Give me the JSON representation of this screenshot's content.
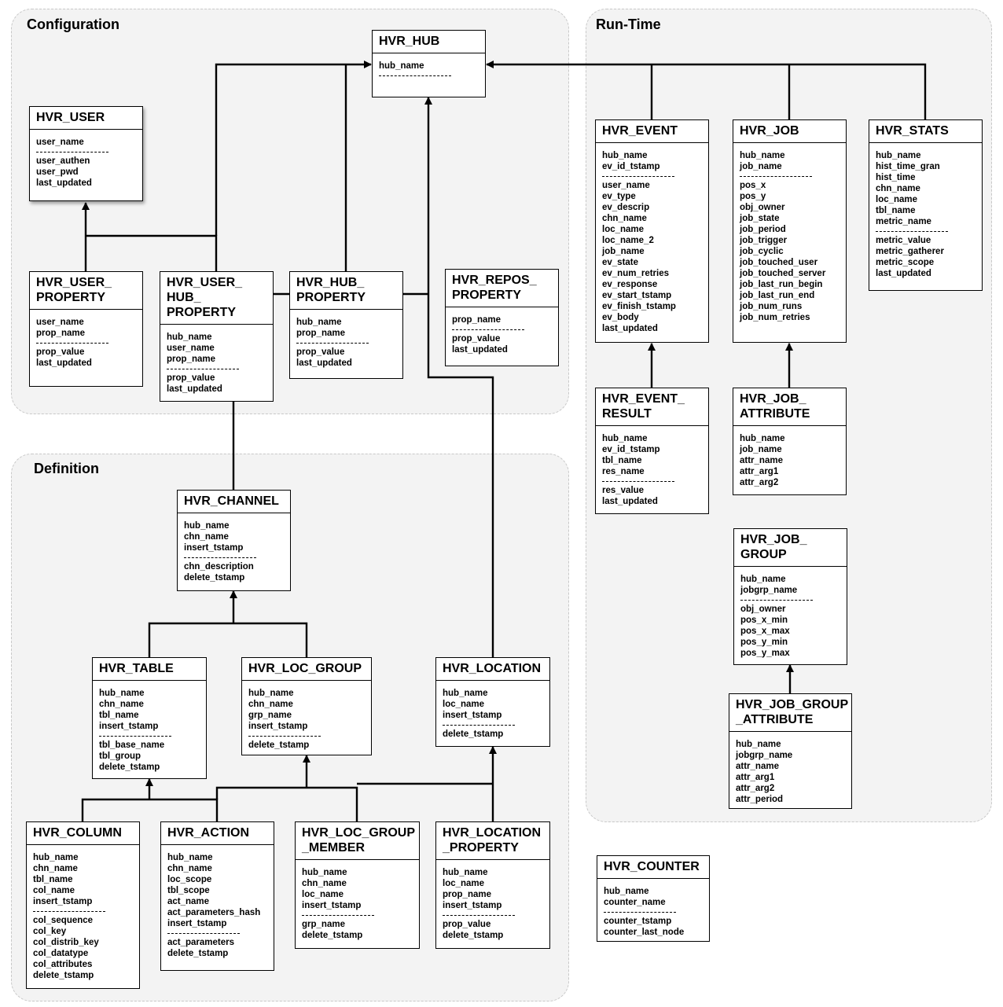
{
  "regions": {
    "configuration": {
      "title": "Configuration"
    },
    "runtime": {
      "title": "Run-Time"
    },
    "definition": {
      "title": "Definition"
    }
  },
  "entities": {
    "hub": {
      "name": "HVR_HUB",
      "keys": [
        "hub_name"
      ],
      "fields": []
    },
    "user": {
      "name": "HVR_USER",
      "keys": [
        "user_name"
      ],
      "fields": [
        "user_authen",
        "user_pwd",
        "last_updated"
      ]
    },
    "user_property": {
      "name": "HVR_USER_\nPROPERTY",
      "keys": [
        "user_name",
        "prop_name"
      ],
      "fields": [
        "prop_value",
        "last_updated"
      ]
    },
    "user_hub_property": {
      "name": "HVR_USER_\nHUB_\nPROPERTY",
      "keys": [
        "hub_name",
        "user_name",
        "prop_name"
      ],
      "fields": [
        "prop_value",
        "last_updated"
      ]
    },
    "hub_property": {
      "name": "HVR_HUB_\nPROPERTY",
      "keys": [
        "hub_name",
        "prop_name"
      ],
      "fields": [
        "prop_value",
        "last_updated"
      ]
    },
    "repos_property": {
      "name": "HVR_REPOS_\nPROPERTY",
      "keys": [
        "prop_name"
      ],
      "fields": [
        "prop_value",
        "last_updated"
      ]
    },
    "event": {
      "name": "HVR_EVENT",
      "keys": [
        "hub_name",
        "ev_id_tstamp"
      ],
      "fields": [
        "user_name",
        "ev_type",
        "ev_descrip",
        "chn_name",
        "loc_name",
        "loc_name_2",
        "job_name",
        "ev_state",
        "ev_num_retries",
        "ev_response",
        "ev_start_tstamp",
        "ev_finish_tstamp",
        "ev_body",
        "last_updated"
      ]
    },
    "job": {
      "name": "HVR_JOB",
      "keys": [
        "hub_name",
        "job_name"
      ],
      "fields": [
        "pos_x",
        "pos_y",
        "obj_owner",
        "job_state",
        "job_period",
        "job_trigger",
        "job_cyclic",
        "job_touched_user",
        "job_touched_server",
        "job_last_run_begin",
        "job_last_run_end",
        "job_num_runs",
        "job_num_retries"
      ]
    },
    "stats": {
      "name": "HVR_STATS",
      "keys": [
        "hub_name",
        "hist_time_gran",
        "hist_time",
        "chn_name",
        "loc_name",
        "tbl_name",
        "metric_name"
      ],
      "fields": [
        "metric_value",
        "metric_gatherer",
        "metric_scope",
        "last_updated"
      ]
    },
    "event_result": {
      "name": "HVR_EVENT_\nRESULT",
      "keys": [
        "hub_name",
        "ev_id_tstamp",
        "tbl_name",
        "res_name"
      ],
      "fields": [
        "res_value",
        "last_updated"
      ]
    },
    "job_attribute": {
      "name": "HVR_JOB_\nATTRIBUTE",
      "keys": [
        "hub_name",
        "job_name",
        "attr_name",
        "attr_arg1",
        "attr_arg2"
      ],
      "fields": null
    },
    "job_group": {
      "name": "HVR_JOB_\nGROUP",
      "keys": [
        "hub_name",
        "jobgrp_name"
      ],
      "fields": [
        "obj_owner",
        "pos_x_min",
        "pos_x_max",
        "pos_y_min",
        "pos_y_max"
      ]
    },
    "job_group_attribute": {
      "name": "HVR_JOB_GROUP\n_ATTRIBUTE",
      "keys": [
        "hub_name",
        "jobgrp_name",
        "attr_name",
        "attr_arg1",
        "attr_arg2",
        "attr_period"
      ],
      "fields": null
    },
    "counter": {
      "name": "HVR_COUNTER",
      "keys": [
        "hub_name",
        "counter_name"
      ],
      "fields": [
        "counter_tstamp",
        "counter_last_node"
      ]
    },
    "channel": {
      "name": "HVR_CHANNEL",
      "keys": [
        "hub_name",
        "chn_name",
        "insert_tstamp"
      ],
      "fields": [
        "chn_description",
        "delete_tstamp"
      ]
    },
    "table": {
      "name": "HVR_TABLE",
      "keys": [
        "hub_name",
        "chn_name",
        "tbl_name",
        "insert_tstamp"
      ],
      "fields": [
        "tbl_base_name",
        "tbl_group",
        "delete_tstamp"
      ]
    },
    "loc_group": {
      "name": "HVR_LOC_GROUP",
      "keys": [
        "hub_name",
        "chn_name",
        "grp_name",
        "insert_tstamp"
      ],
      "fields": [
        "delete_tstamp"
      ]
    },
    "location": {
      "name": "HVR_LOCATION",
      "keys": [
        "hub_name",
        "loc_name",
        "insert_tstamp"
      ],
      "fields": [
        "delete_tstamp"
      ]
    },
    "column": {
      "name": "HVR_COLUMN",
      "keys": [
        "hub_name",
        "chn_name",
        "tbl_name",
        "col_name",
        "insert_tstamp"
      ],
      "fields": [
        "col_sequence",
        "col_key",
        "col_distrib_key",
        "col_datatype",
        "col_attributes",
        "delete_tstamp"
      ]
    },
    "action": {
      "name": "HVR_ACTION",
      "keys": [
        "hub_name",
        "chn_name",
        "loc_scope",
        "tbl_scope",
        "act_name",
        "act_parameters_hash",
        "insert_tstamp"
      ],
      "fields": [
        "act_parameters",
        "delete_tstamp"
      ]
    },
    "loc_group_member": {
      "name": "HVR_LOC_GROUP\n_MEMBER",
      "keys": [
        "hub_name",
        "chn_name",
        "loc_name",
        "insert_tstamp"
      ],
      "fields": [
        "grp_name",
        "delete_tstamp"
      ]
    },
    "location_property": {
      "name": "HVR_LOCATION\n_PROPERTY",
      "keys": [
        "hub_name",
        "loc_name",
        "prop_name",
        "insert_tstamp"
      ],
      "fields": [
        "prop_value",
        "delete_tstamp"
      ]
    }
  }
}
